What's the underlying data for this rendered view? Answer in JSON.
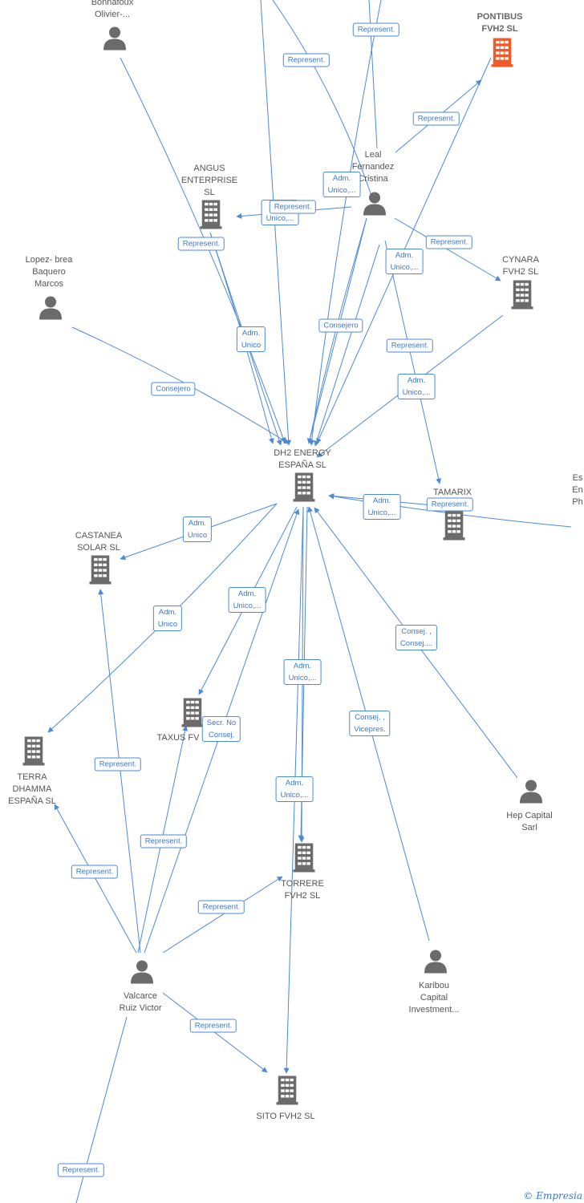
{
  "colors": {
    "edge": "#4a8ad8",
    "node_gray": "#6b6b6b",
    "node_highlight": "#f05a2a"
  },
  "nodes": [
    {
      "id": "bonnafoux",
      "type": "person",
      "label": "Bonnafoux\nOlivier-..."
    },
    {
      "id": "pontibus",
      "type": "company",
      "label": "PONTIBUS\nFVH2  SL",
      "highlight": true
    },
    {
      "id": "leal",
      "type": "person",
      "label": "Leal\nFernandez\nCristina"
    },
    {
      "id": "angus",
      "type": "company",
      "label": "ANGUS\nENTERPRISE\nSL"
    },
    {
      "id": "lopez",
      "type": "person",
      "label": "Lopez- brea\nBaquero\nMarcos"
    },
    {
      "id": "cynara",
      "type": "company",
      "label": "CYNARA\nFVH2  SL"
    },
    {
      "id": "dh2",
      "type": "company",
      "label": "DH2 ENERGY\nESPAÑA  SL"
    },
    {
      "id": "tamarix",
      "type": "company",
      "label": "TAMARIX"
    },
    {
      "id": "es_partial",
      "type": "company",
      "label": "Es\nEn\nPh"
    },
    {
      "id": "castanea",
      "type": "company",
      "label": "CASTANEA\nSOLAR  SL"
    },
    {
      "id": "taxus",
      "type": "company",
      "label": "TAXUS FV"
    },
    {
      "id": "terra",
      "type": "company",
      "label": "TERRA\nDHAMMA\nESPAÑA  SL"
    },
    {
      "id": "hep",
      "type": "person",
      "label": "Hep Capital\nSarl"
    },
    {
      "id": "torrere",
      "type": "company",
      "label": "TORRERE\nFVH2  SL"
    },
    {
      "id": "valcarce",
      "type": "person",
      "label": "Valcarce\nRuiz Victor"
    },
    {
      "id": "karibou",
      "type": "person",
      "label": "Karibou\nCapital\nInvestment..."
    },
    {
      "id": "sito",
      "type": "company",
      "label": "SITO FVH2  SL"
    }
  ],
  "edge_labels": [
    "Represent.",
    "Represent.",
    "Represent.",
    "Represent.",
    "Adm.\nUnico,...",
    "Adm.\nUnico,...",
    "Represent.",
    "Represent.",
    "Adm.\nUnico,...",
    "Adm.\nUnico",
    "Consejero",
    "Represent.",
    "Consejero",
    "Adm.\nUnico,...",
    "Adm.\nUnico,...",
    "Represent.",
    "Adm.\nUnico",
    "Adm.\nUnico",
    "Adm.\nUnico,...",
    "Consej. ,\nConsej....",
    "Adm.\nUnico,...",
    "Secr.  No\nConsej.",
    "Consej. ,\nVicepres.",
    "Represent.",
    "Adm.\nUnico,...",
    "Represent.",
    "Represent.",
    "Represent.",
    "Represent.",
    "Represent."
  ],
  "footer": {
    "copyright": "©",
    "brand": "Empresia"
  }
}
